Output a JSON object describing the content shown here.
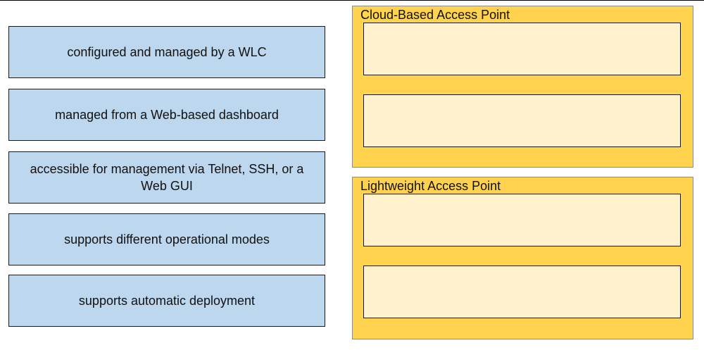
{
  "source_items": [
    {
      "label": "configured and managed by a WLC"
    },
    {
      "label": "managed from a Web-based dashboard"
    },
    {
      "label": "accessible for management via Telnet, SSH, or a Web GUI"
    },
    {
      "label": "supports different operational modes"
    },
    {
      "label": "supports automatic deployment"
    }
  ],
  "categories": [
    {
      "title": "Cloud-Based Access Point",
      "slots": [
        "",
        ""
      ]
    },
    {
      "title": "Lightweight Access Point",
      "slots": [
        "",
        ""
      ]
    }
  ],
  "colors": {
    "item_fill": "#bdd7ee",
    "category_fill": "#ffd34d",
    "slot_fill": "#fff2cc",
    "border": "#1a1a1a"
  }
}
